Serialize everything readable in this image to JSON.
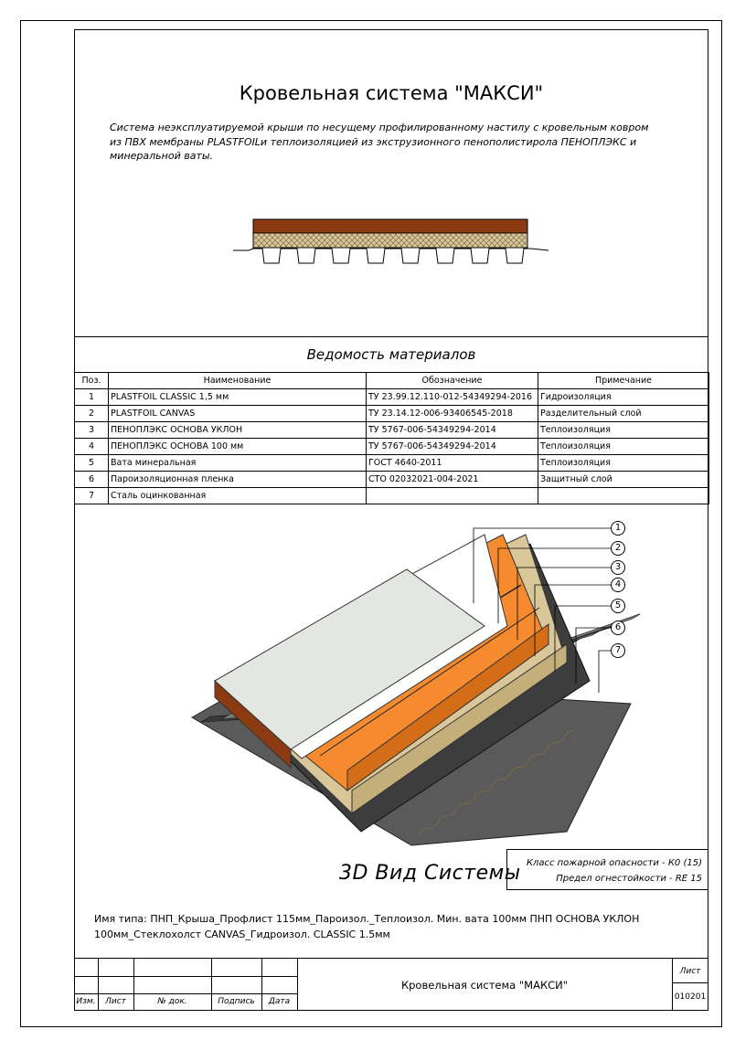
{
  "header": {
    "title": "Кровельная система \"МАКСИ\"",
    "description": "Система неэксплуатируемой крыши по несущему профилированному настилу с кровельным ковром из ПВХ мембраны PLASTFOILи теплоизоляцией из экструзионного пенополистирола ПЕНОПЛЭКС и минеральной ваты."
  },
  "materials": {
    "title": "Ведомость материалов",
    "columns": [
      "Поз.",
      "Наименование",
      "Обозначение",
      "Примечание"
    ],
    "rows": [
      {
        "pos": "1",
        "name": "PLASTFOIL CLASSIC 1,5 мм",
        "code": "ТУ 23.99.12.110-012-54349294-2016",
        "note": "Гидроизоляция"
      },
      {
        "pos": "2",
        "name": "PLASTFOIL CANVAS",
        "code": "ТУ 23.14.12-006-93406545-2018",
        "note": "Разделительный слой"
      },
      {
        "pos": "3",
        "name": "ПЕНОПЛЭКС ОСНОВА УКЛОН",
        "code": "ТУ 5767-006-54349294-2014",
        "note": "Теплоизоляция"
      },
      {
        "pos": "4",
        "name": "ПЕНОПЛЭКС ОСНОВА 100 мм",
        "code": "ТУ 5767-006-54349294-2014",
        "note": "Теплоизоляция"
      },
      {
        "pos": "5",
        "name": "Вата минеральная",
        "code": "ГОСТ 4640-2011",
        "note": "Теплоизоляция"
      },
      {
        "pos": "6",
        "name": "Пароизоляционная пленка",
        "code": "СТО 02032021-004-2021",
        "note": "Защитный слой"
      },
      {
        "pos": "7",
        "name": "Сталь оцинкованная",
        "code": "",
        "note": ""
      }
    ]
  },
  "view": {
    "title": "3D Вид Системы",
    "callouts": [
      "1",
      "2",
      "3",
      "4",
      "5",
      "6",
      "7"
    ],
    "fire_class": "Класс пожарной опасности - К0 (15)",
    "fire_limit": "Предел огнестойкости - RE 15"
  },
  "typename": "Имя типа: ПНП_Крыша_Профлист 115мм_Пароизол._Теплоизол. Мин. вата 100мм ПНП ОСНОВА УКЛОН 100мм_Стеклохолст CANVAS_Гидроизол. CLASSIC 1.5мм",
  "stamp": {
    "izm": "Изм.",
    "list": "Лист",
    "doc_no": "№ док.",
    "sign": "Подпись",
    "date": "Дата",
    "name": "Кровельная система \"МАКСИ\"",
    "sheet_label": "Лист",
    "sheet_code": "010201"
  },
  "colors": {
    "membrane": "#e4e6e1",
    "canvas": "#ffffff",
    "xps": "#f58a2e",
    "wool": "#d9c79a",
    "deck": "#4a4a4a",
    "brown": "#8b3a12"
  }
}
